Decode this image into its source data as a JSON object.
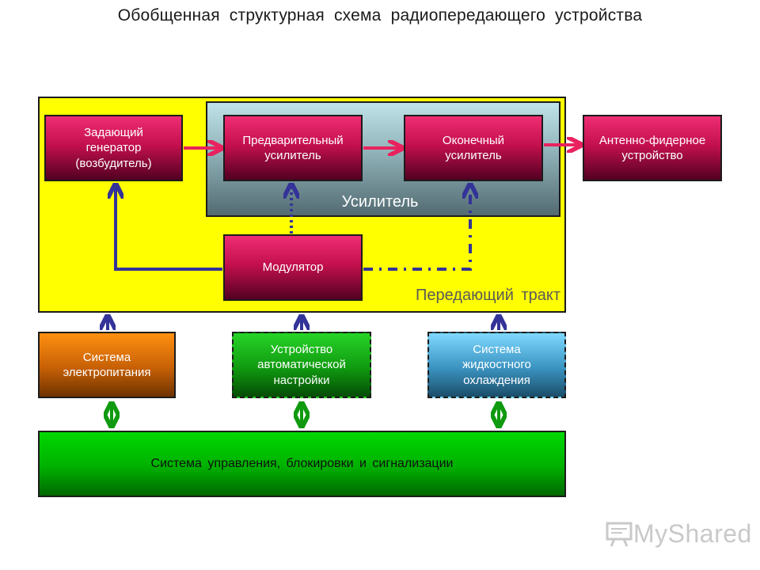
{
  "title": "Обобщенная структурная схема радиопередающего устройства",
  "regions": {
    "amplifier_label": "Усилитель",
    "tract_label": "Передающий тракт"
  },
  "blocks": {
    "master_oscillator": "Задающий\nгенератор\n(возбудитель)",
    "preamplifier": "Предварительный\nусилитель",
    "final_amplifier": "Оконечный\nусилитель",
    "antenna_feeder": "Антенно-фидерное\nустройство",
    "modulator": "Модулятор",
    "power_supply": "Система\nэлектропитания",
    "auto_tuning": "Устройство\nавтоматической\nнастройки",
    "liquid_cooling": "Система\nжидкостного\nохлаждения",
    "control_system": "Система управления, блокировки и сигнализации"
  },
  "logo": {
    "text": "MyShared",
    "icon": "presentation-board-icon"
  },
  "colors": {
    "tract_region": "#ffff00",
    "signal_arrow": "#e8225e",
    "control_arrow": "#333399",
    "bidirectional_arrow": "#109a10"
  }
}
